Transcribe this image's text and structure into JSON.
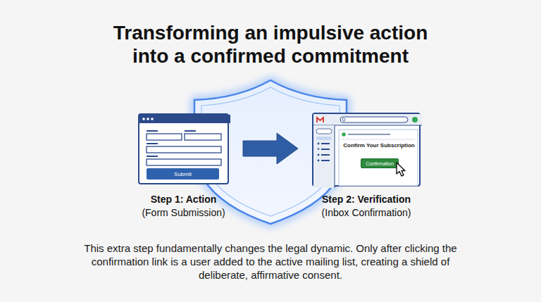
{
  "diagram": {
    "title": "Transforming an impulsive action into a confirmed commitment",
    "caption": "This extra step fundamentally changes the legal dynamic. Only after clicking the confirmation link is a user added to the active mailing list, creating a shield of deliberate, affirmative consent.",
    "nodes": [
      {
        "text": [
          "Step 1: Action",
          "(Form Submission)"
        ]
      },
      {
        "text": [
          "Submit"
        ],
        "in": 0
      },
      {
        "text": [
          "Confirm Your Subscription",
          "Step 2: Verification",
          "(Inbox Confirmation)"
        ]
      },
      {
        "text": [
          "Confirmation"
        ],
        "in": 2
      }
    ],
    "edges": [
      {
        "from": 0,
        "to": 2,
        "arrow": "to"
      }
    ]
  }
}
